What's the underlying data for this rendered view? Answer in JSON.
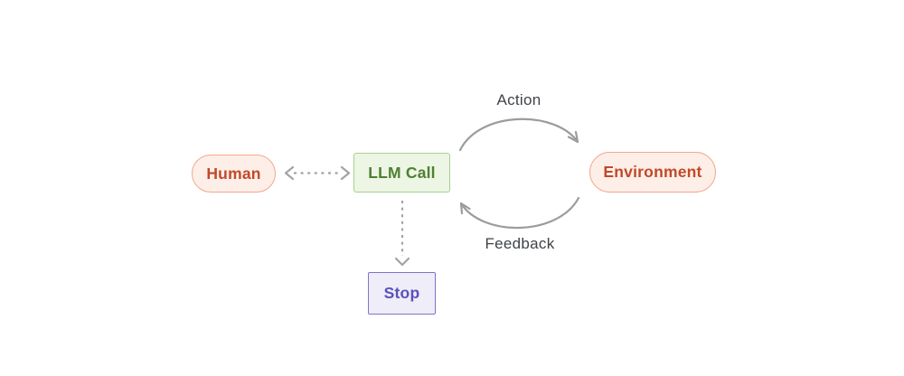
{
  "diagram": {
    "title": "",
    "nodes": {
      "human": {
        "label": "Human",
        "shape": "pill"
      },
      "llm_call": {
        "label": "LLM Call",
        "shape": "rect"
      },
      "environment": {
        "label": "Environment",
        "shape": "pill"
      },
      "stop": {
        "label": "Stop",
        "shape": "rect"
      }
    },
    "edges": {
      "human_llm": {
        "label": "",
        "style": "dashed-double-arrow"
      },
      "action": {
        "label": "Action",
        "style": "solid-arc",
        "from": "llm_call",
        "to": "environment"
      },
      "feedback": {
        "label": "Feedback",
        "style": "solid-arc",
        "from": "environment",
        "to": "llm_call"
      },
      "llm_stop": {
        "label": "",
        "style": "dashed-arrow",
        "from": "llm_call",
        "to": "stop"
      }
    },
    "colors": {
      "salmon_fill": "#fdefe8",
      "salmon_border": "#f2a78f",
      "salmon_text": "#c2492a",
      "green_fill": "#edf5e5",
      "green_border": "#a9d18d",
      "green_text": "#4f8030",
      "purple_fill": "#eeedf8",
      "purple_border": "#7c75cc",
      "purple_text": "#5a50bd",
      "arrow_gray": "#9b9c9e",
      "dash_gray": "#a2a3a6",
      "label_text": "#3f4347",
      "page_bg": "#ffffff"
    }
  }
}
